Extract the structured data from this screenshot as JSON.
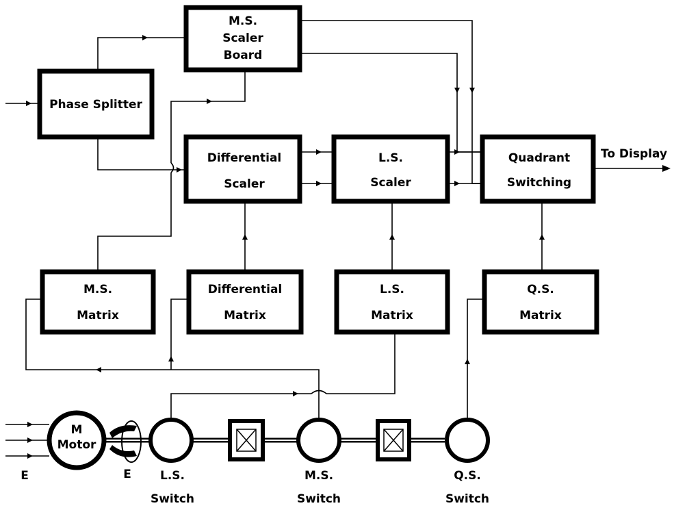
{
  "blocks": {
    "ms_scaler_board": {
      "line1": "M.S.",
      "line2": "Scaler",
      "line3": "Board"
    },
    "phase_splitter": {
      "label": "Phase Splitter"
    },
    "differential_scaler": {
      "line1": "Differential",
      "line2": "Scaler"
    },
    "ls_scaler": {
      "line1": "L.S.",
      "line2": "Scaler"
    },
    "quadrant_switching": {
      "line1": "Quadrant",
      "line2": "Switching"
    },
    "ms_matrix": {
      "line1": "M.S.",
      "line2": "Matrix"
    },
    "differential_matrix": {
      "line1": "Differential",
      "line2": "Matrix"
    },
    "ls_matrix": {
      "line1": "L.S.",
      "line2": "Matrix"
    },
    "qs_matrix": {
      "line1": "Q.S.",
      "line2": "Matrix"
    }
  },
  "output_label": "To Display",
  "motor": {
    "line1": "M",
    "line2": "Motor",
    "input_label": "E",
    "output_label": "E"
  },
  "switches": {
    "ls": {
      "line1": "L.S.",
      "line2": "Switch"
    },
    "ms": {
      "line1": "M.S.",
      "line2": "Switch"
    },
    "qs": {
      "line1": "Q.S.",
      "line2": "Switch"
    }
  }
}
